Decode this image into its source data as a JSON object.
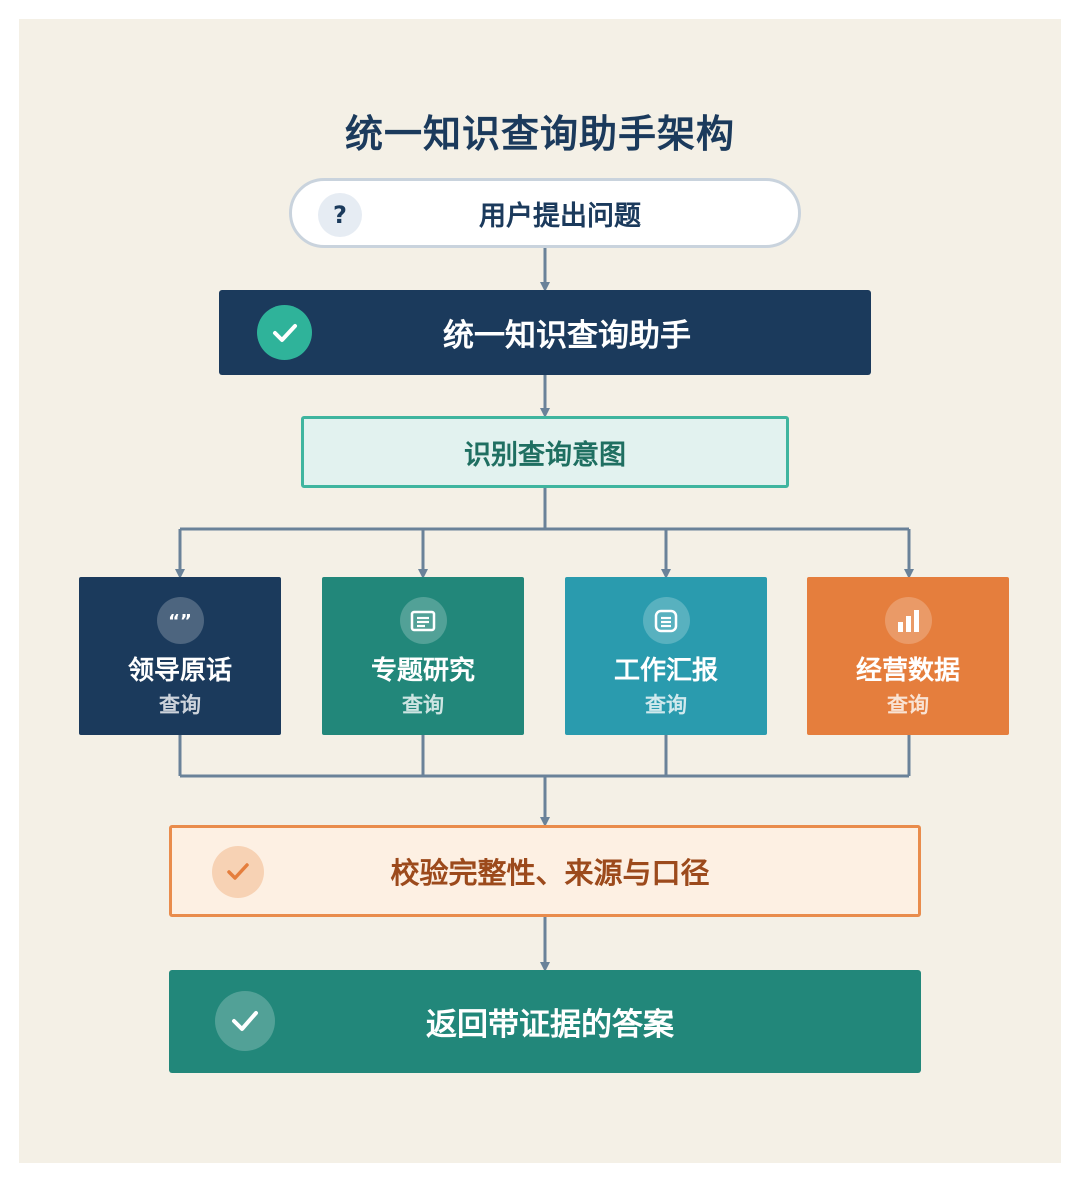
{
  "title": "统一知识查询助手架构",
  "start": {
    "icon": "question-icon",
    "icon_glyph": "?",
    "label": "用户提出问题"
  },
  "assistant": {
    "icon": "check-icon",
    "label": "统一知识查询助手"
  },
  "intent": {
    "label": "识别查询意图"
  },
  "categories": [
    {
      "icon": "quote-icon",
      "title": "领导原话",
      "subtitle": "查询",
      "color": "#1b3a5c"
    },
    {
      "icon": "document-icon",
      "title": "专题研究",
      "subtitle": "查询",
      "color": "#22877a"
    },
    {
      "icon": "list-icon",
      "title": "工作汇报",
      "subtitle": "查询",
      "color": "#2a9bae"
    },
    {
      "icon": "bar-chart-icon",
      "title": "经营数据",
      "subtitle": "查询",
      "color": "#e57e3d"
    }
  ],
  "verify": {
    "icon": "check-icon",
    "label": "校验完整性、来源与口径"
  },
  "answer": {
    "icon": "check-icon",
    "label": "返回带证据的答案"
  }
}
